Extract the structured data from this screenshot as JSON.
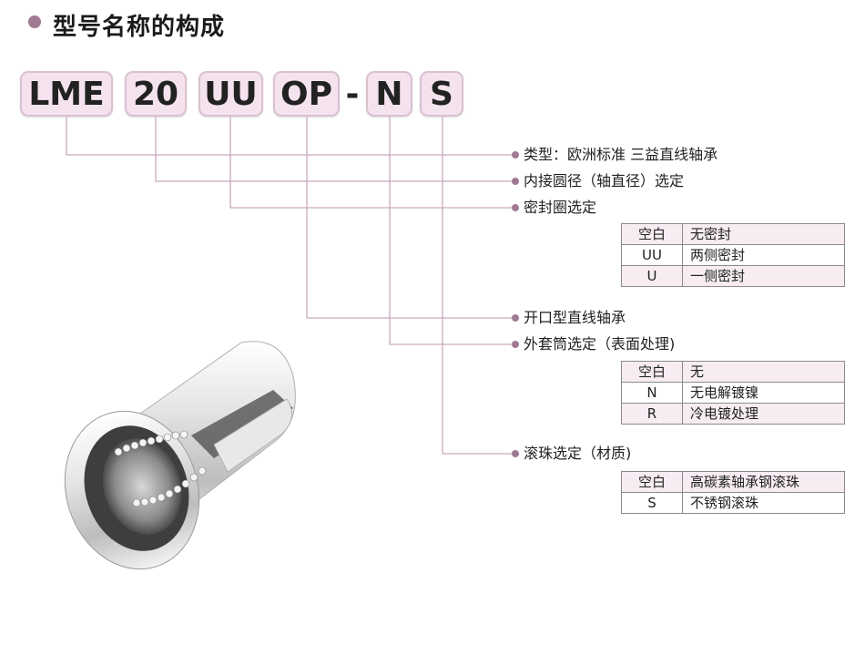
{
  "title": "型号名称的构成",
  "code_parts": [
    "LME",
    "20",
    "UU",
    "OP",
    "N",
    "S"
  ],
  "separator": "-",
  "labels": [
    "类型：欧洲标准 三益直线轴承",
    "内接圆径（轴直径）选定",
    "密封圈选定",
    "开口型直线轴承",
    "外套筒选定（表面处理)",
    "滚珠选定（材质)"
  ],
  "seal_table": [
    {
      "code": "空白",
      "desc": "无密封"
    },
    {
      "code": "UU",
      "desc": "两侧密封"
    },
    {
      "code": "U",
      "desc": "一侧密封"
    }
  ],
  "sleeve_table": [
    {
      "code": "空白",
      "desc": "无"
    },
    {
      "code": "N",
      "desc": "无电解镀镍"
    },
    {
      "code": "R",
      "desc": "冷电镀处理"
    }
  ],
  "ball_table": [
    {
      "code": "空白",
      "desc": "高碳素轴承钢滚珠"
    },
    {
      "code": "S",
      "desc": "不锈钢滚珠"
    }
  ],
  "colors": {
    "accent": "#a07a95",
    "box_fill": "#f4e3ee",
    "line": "#c9a9bd"
  }
}
